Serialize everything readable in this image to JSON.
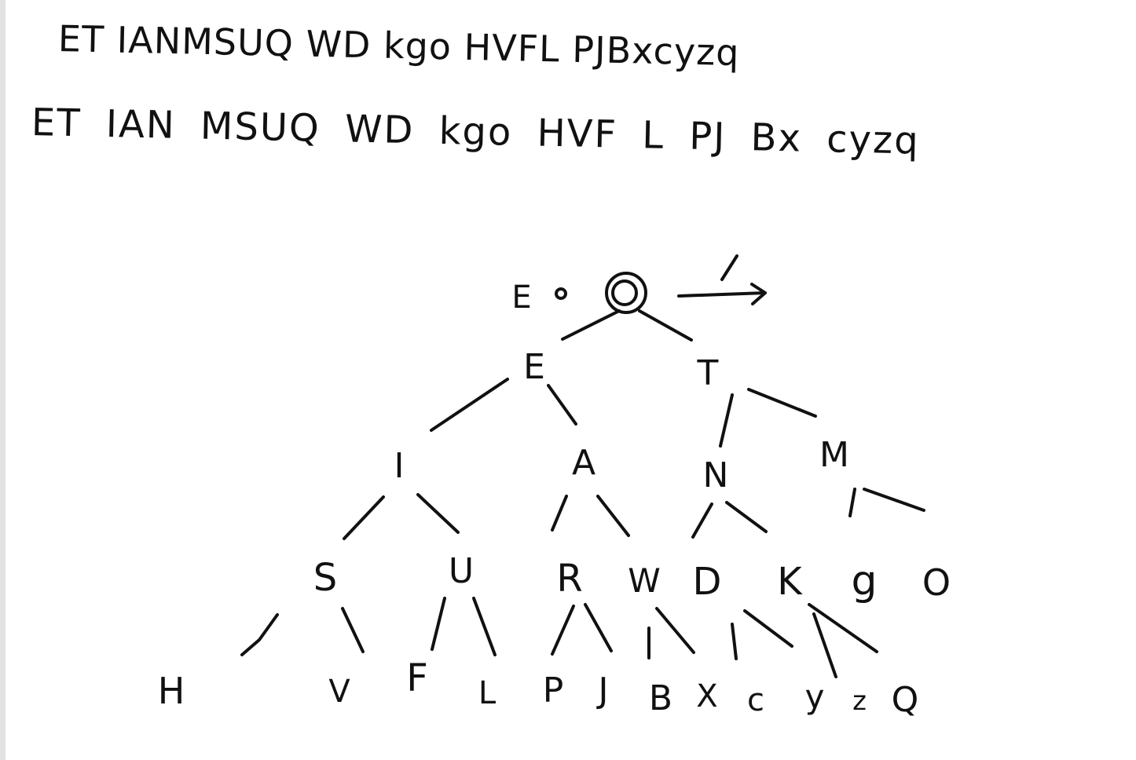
{
  "sequence_lines": [
    "ET IANMSUQ WD kgo HVFL PJBxcyzq",
    "ET IAN MSUQ WD kgo HVF L PJ Bx cyzq"
  ],
  "tree": {
    "root": "O",
    "left_arrow_label": "E",
    "right_arrow_label": "/",
    "level1": [
      "E",
      "T"
    ],
    "level2": [
      "I",
      "A",
      "N",
      "M"
    ],
    "level3": [
      "S",
      "U",
      "R",
      "W",
      "D",
      "K",
      "g",
      "O"
    ],
    "level4": [
      "H",
      "V",
      "F",
      "L",
      "P",
      "J",
      "B",
      "X",
      "c",
      "y",
      "z",
      "Q"
    ]
  },
  "colors": {
    "ink": "#111111",
    "background": "#ffffff",
    "margin": "#e2e2e2"
  }
}
